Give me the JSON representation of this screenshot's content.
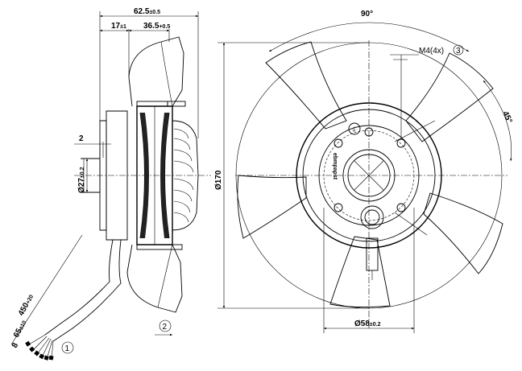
{
  "dimensions": {
    "overall_depth": {
      "value": "62.5",
      "tol": "±0.5"
    },
    "front_offset": {
      "value": "17",
      "tol": "±1"
    },
    "rear_depth": {
      "value": "36.5",
      "tol": "+0.5"
    },
    "flange_thickness": {
      "value": "2"
    },
    "hub_diameter": {
      "value": "Ø27",
      "tol": "±0.2"
    },
    "overall_diameter": {
      "value": "Ø170"
    },
    "angle_top": {
      "value": "90°"
    },
    "angle_side": {
      "value": "45°"
    },
    "mount_screws": {
      "value": "M4(4x)",
      "ref": "3"
    },
    "bolt_circle": {
      "value": "Ø58",
      "tol": "±0.2"
    },
    "cable_length": {
      "value": "450",
      "tol": "+20"
    },
    "strip_length": {
      "value": "65",
      "tol": "±10"
    },
    "wire_end": {
      "value": "8"
    }
  },
  "callouts": {
    "cable_ref": "1",
    "flow_ref": "2"
  },
  "brand_text": "ebmpapst"
}
